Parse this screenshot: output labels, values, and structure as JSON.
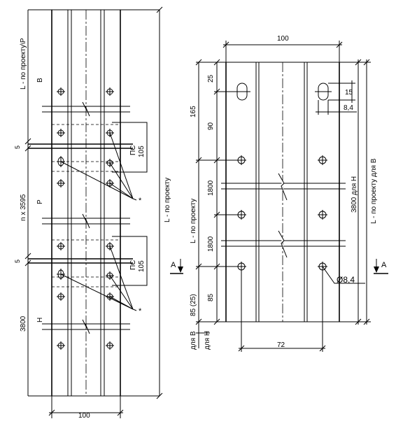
{
  "left_view": {
    "labels": {
      "l_b": "L - по проекту\\Р",
      "b": "В",
      "gap_top": "5",
      "gap_bottom": "5",
      "nx": "n x 3595",
      "p": "Р",
      "h3800": "3800",
      "h": "Н",
      "l_main": "L - по проекту",
      "pc_top_a": "ПС",
      "pc_top_b": "105",
      "pc_bot_a": "ПС",
      "pc_bot_b": "105",
      "star_top": "*",
      "star_bot": "*",
      "width": "100"
    }
  },
  "right_view": {
    "labels": {
      "width_top": "100",
      "d25": "25",
      "d165": "165",
      "d90": "90",
      "l_left": "L - по проекту",
      "d1800a": "1800",
      "d1800b": "1800",
      "d85": "85",
      "d85_25": "85 (25)",
      "dlya_v": "для В",
      "dlya_n": "для Н",
      "slot15": "15",
      "slot8": "8,4",
      "h3800n": "3800 для Н",
      "l_right": "L - по проекту для В",
      "hole": "Ø8,4",
      "w72": "72",
      "section_a_left": "А",
      "section_a_right": "А"
    }
  }
}
